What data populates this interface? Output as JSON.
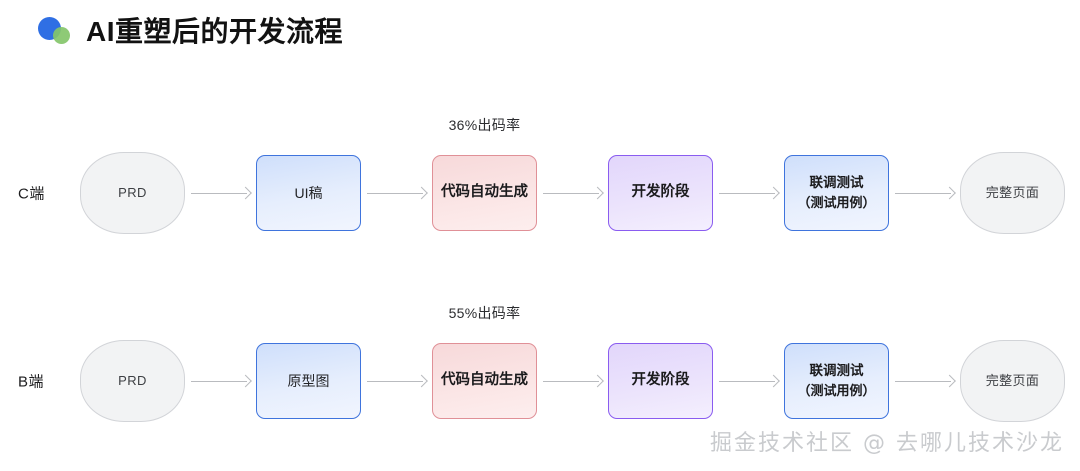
{
  "header": {
    "title": "AI重塑后的开发流程",
    "logo": {
      "blue_color": "#2f6fe4",
      "green_color": "#84c56a"
    }
  },
  "flow": {
    "rows": [
      {
        "label": "C端",
        "nodes": [
          {
            "kind": "pill",
            "text": "PRD",
            "line2": "",
            "badge": ""
          },
          {
            "kind": "blue",
            "text": "UI稿",
            "line2": "",
            "badge": ""
          },
          {
            "kind": "red",
            "text": "代码自动生成",
            "line2": "",
            "badge": "36%出码率"
          },
          {
            "kind": "purple",
            "text": "开发阶段",
            "line2": "",
            "badge": ""
          },
          {
            "kind": "blue",
            "text": "联调测试",
            "line2": "（测试用例）",
            "badge": ""
          },
          {
            "kind": "pill",
            "text": "完整页面",
            "line2": "",
            "badge": ""
          }
        ]
      },
      {
        "label": "B端",
        "nodes": [
          {
            "kind": "pill",
            "text": "PRD",
            "line2": "",
            "badge": ""
          },
          {
            "kind": "blue",
            "text": "原型图",
            "line2": "",
            "badge": ""
          },
          {
            "kind": "red",
            "text": "代码自动生成",
            "line2": "",
            "badge": "55%出码率"
          },
          {
            "kind": "purple",
            "text": "开发阶段",
            "line2": "",
            "badge": ""
          },
          {
            "kind": "blue",
            "text": "联调测试",
            "line2": "（测试用例）",
            "badge": ""
          },
          {
            "kind": "pill",
            "text": "完整页面",
            "line2": "",
            "badge": ""
          }
        ]
      }
    ]
  },
  "watermark": {
    "text": "掘金技术社区 @ 去哪儿技术沙龙"
  },
  "colors": {
    "accent_blue": "#3f74dd",
    "accent_red": "#e09097",
    "accent_purple": "#8a5cf0",
    "neutral_gray": "#d2d4d8",
    "arrow_gray": "#b9bbbf"
  }
}
